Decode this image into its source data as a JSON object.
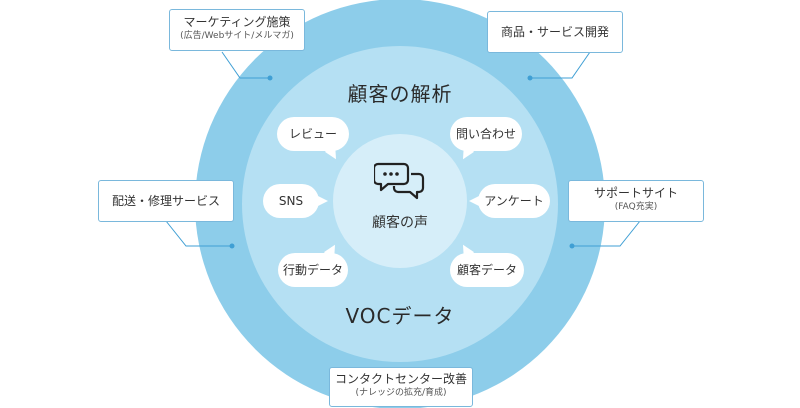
{
  "colors": {
    "outer_ring": "#8dcdea",
    "middle_ring": "#b5e0f3",
    "inner_circle": "#d6eef9",
    "box_border": "#7ab8dc",
    "connector": "#3f9fd4"
  },
  "outer_ring_label": "顧客の解析",
  "middle_ring_label": "VOCデータ",
  "center": {
    "icon": "chat-bubbles-icon",
    "label": "顧客の声"
  },
  "sources": {
    "review": "レビュー",
    "inquiry": "問い合わせ",
    "sns": "SNS",
    "survey": "アンケート",
    "behavior": "行動データ",
    "customer_data": "顧客データ"
  },
  "applications": {
    "marketing": {
      "title": "マーケティング施策",
      "subtitle": "(広告/Webサイト/メルマガ)"
    },
    "product": {
      "title": "商品・サービス開発"
    },
    "repair": {
      "title": "配送・修理サービス"
    },
    "support_site": {
      "title": "サポートサイト",
      "subtitle": "(FAQ充実)"
    },
    "contact_center": {
      "title": "コンタクトセンター改善",
      "subtitle": "(ナレッジの拡充/育成)"
    }
  }
}
